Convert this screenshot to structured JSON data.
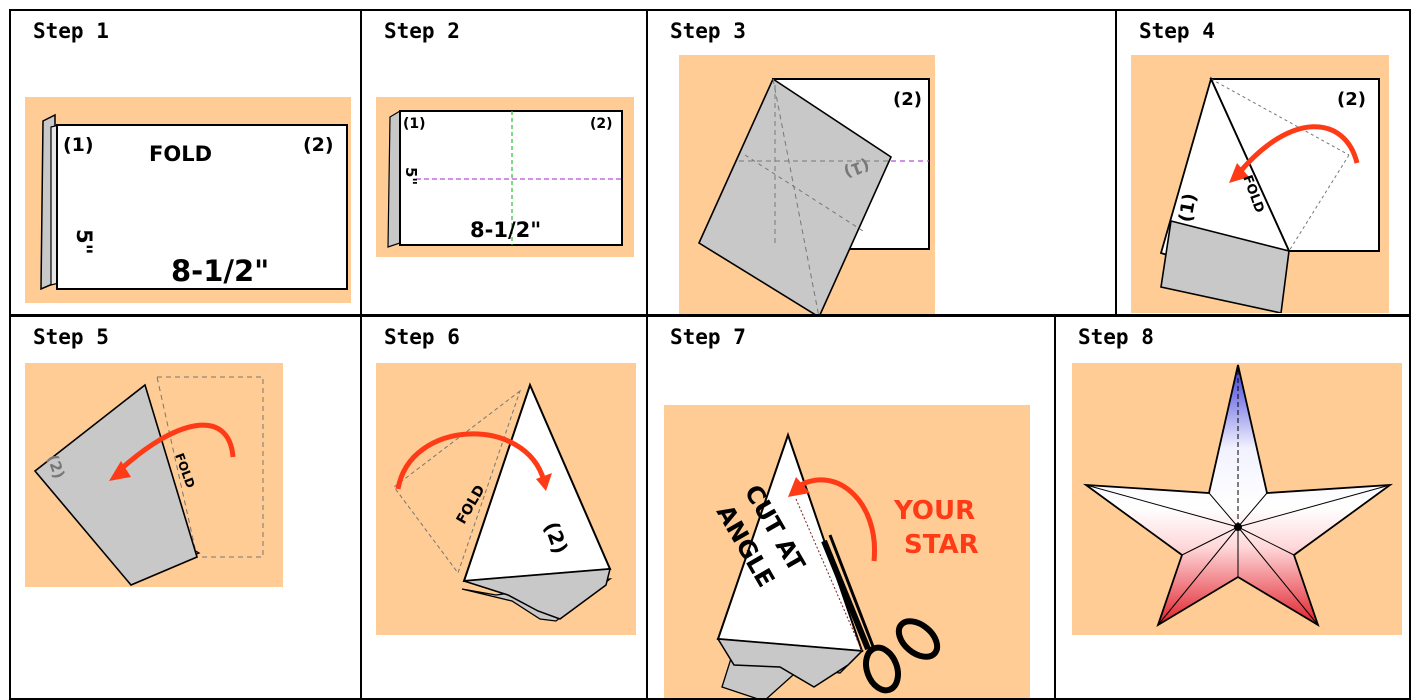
{
  "steps": [
    {
      "label": "Step 1"
    },
    {
      "label": "Step 2"
    },
    {
      "label": "Step 3"
    },
    {
      "label": "Step 4"
    },
    {
      "label": "Step 5"
    },
    {
      "label": "Step 6"
    },
    {
      "label": "Step 7"
    },
    {
      "label": "Step 8"
    }
  ],
  "texts": {
    "corner1": "(1)",
    "corner2": "(2)",
    "fold": "FOLD",
    "height": "5\"",
    "width": "8-1/2\"",
    "corner1_rotated": "(1)",
    "corner2_rotated": "(2)",
    "cut_line1": "CUT AT",
    "cut_line2": "ANGLE",
    "your": "YOUR",
    "star": "STAR"
  },
  "colors": {
    "background": "#fecc94",
    "paper": "#ffffff",
    "paper_back": "#c8c8c8",
    "arrow": "#ff3b17",
    "fold_line": "#b44ed8",
    "center_line": "#2fbf2f",
    "star_top": "#3b3bd8",
    "star_bottom": "#e0202a"
  }
}
